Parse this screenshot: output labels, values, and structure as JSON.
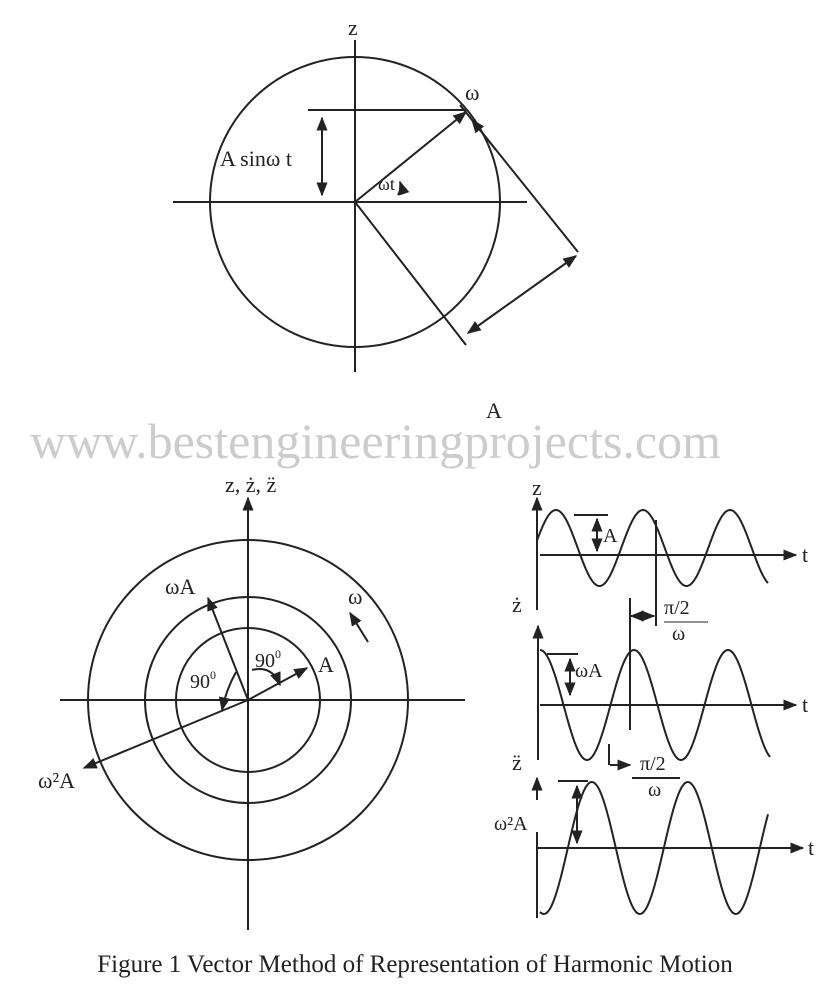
{
  "top": {
    "axis_z": "z",
    "omega": "ω",
    "asin": "A sinω t",
    "wt": "ωt",
    "amp": "A"
  },
  "bottom_left": {
    "axis": "z, ż, z̈",
    "omegaA": "ωA",
    "omega": "ω",
    "A": "A",
    "angle1": "90",
    "angle2": "90",
    "sup0": "0",
    "w2A": "ω²A"
  },
  "graphs": {
    "z": "z",
    "zdot": "ż",
    "zddot": "z̈",
    "t": "t",
    "A": "A",
    "omegaA": "ωA",
    "w2A": "ω²A",
    "phase_num": "π/2",
    "phase_den": "ω"
  },
  "watermark": "www.bestengineeringprojects.com",
  "caption": "Figure 1 Vector Method of Representation of Harmonic Motion"
}
